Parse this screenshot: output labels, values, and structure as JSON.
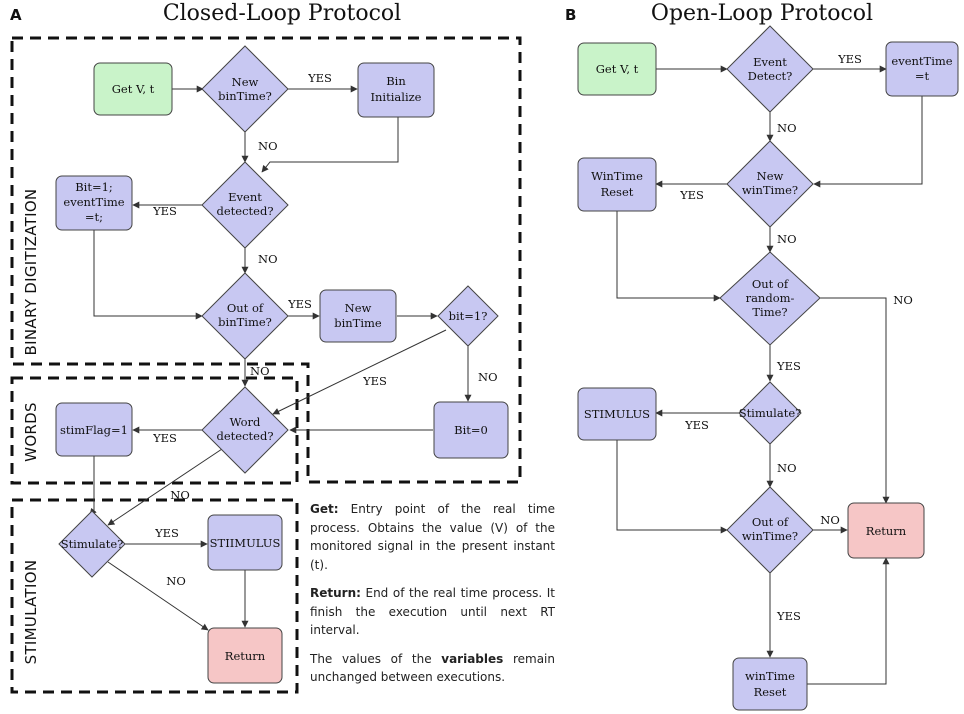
{
  "panels": {
    "a": {
      "letter": "A",
      "title": "Closed-Loop Protocol"
    },
    "b": {
      "letter": "B",
      "title": "Open-Loop Protocol"
    }
  },
  "groups": {
    "binary": "BINARY DIGITIZATION",
    "words": "WORDS",
    "stimulation": "STIMULATION"
  },
  "nodes_a": {
    "get": "Get V, t",
    "new_bin_1": "New",
    "new_bin_2": "binTime?",
    "bin_init_1": "Bin",
    "bin_init_2": "Initialize",
    "event_1": "Event",
    "event_2": "detected?",
    "bit1_1": "Bit=1;",
    "bit1_2": "eventTime",
    "bit1_3": "=t;",
    "out_bin_1": "Out of",
    "out_bin_2": "binTime?",
    "new_bintime_1": "New",
    "new_bintime_2": "binTime",
    "bit_q": "bit=1?",
    "bit0": "Bit=0",
    "stimflag": "stimFlag=1",
    "word_1": "Word",
    "word_2": "detected?",
    "stimulate": "Stimulate?",
    "stimulus": "STIIMULUS",
    "return": "Return"
  },
  "nodes_b": {
    "get": "Get V, t",
    "event_1": "Event",
    "event_2": "Detect?",
    "eventtime_1": "eventTime",
    "eventtime_2": "=t",
    "wintime_reset_1": "WinTime",
    "wintime_reset_2": "Reset",
    "new_win_1": "New",
    "new_win_2": "winTime?",
    "out_rand_1": "Out of",
    "out_rand_2": "random-",
    "out_rand_3": "Time?",
    "stimulus": "STIMULUS",
    "stimulate": "Stimulate?",
    "out_win_1": "Out of",
    "out_win_2": "winTime?",
    "return": "Return",
    "wintime_reset2_1": "winTime",
    "wintime_reset2_2": "Reset"
  },
  "labels": {
    "yes": "YES",
    "no": "NO"
  },
  "legend": {
    "get_term": "Get:",
    "get_text": " Entry point of the real time process. Obtains the value (V) of the monitored signal in the present instant (t).",
    "return_term": "Return:",
    "return_text": " End of the real time process. It finish the execution until next RT interval.",
    "vars_pre": "The values of the ",
    "vars_term": "variables",
    "vars_post": " remain unchanged between executions."
  },
  "colors": {
    "process": "#c8c8f2",
    "start": "#c9f3c9",
    "end": "#f6c6c6"
  }
}
